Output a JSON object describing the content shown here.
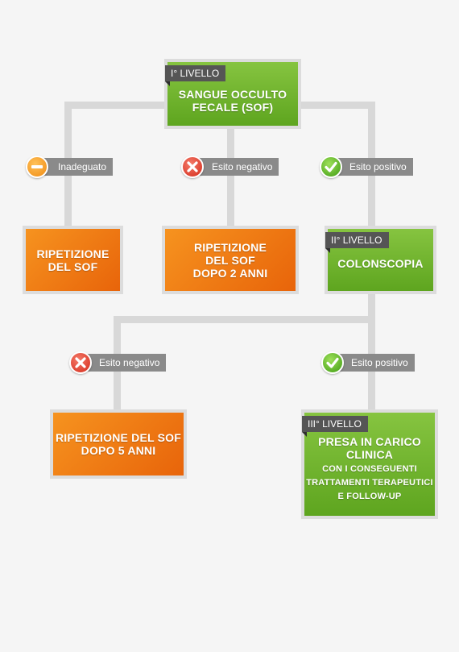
{
  "level1": {
    "tag": "I° LIVELLO",
    "lines": [
      "SANGUE OCCULTO",
      "FECALE (SOF)"
    ]
  },
  "badges": {
    "inadeguato": "Inadeguato",
    "neg1": "Esito negativo",
    "pos1": "Esito positivo",
    "neg2": "Esito negativo",
    "pos2": "Esito positivo"
  },
  "rip_sof": {
    "lines": [
      "RIPETIZIONE",
      "DEL SOF"
    ]
  },
  "rip_sof_2": {
    "lines": [
      "RIPETIZIONE",
      "DEL SOF",
      "DOPO 2 ANNI"
    ]
  },
  "level2": {
    "tag": "II° LIVELLO",
    "title": "COLONSCOPIA"
  },
  "rip_sof_5": {
    "lines": [
      "RIPETIZIONE DEL SOF",
      "DOPO 5 ANNI"
    ]
  },
  "level3": {
    "tag": "III° LIVELLO",
    "lines": [
      "PRESA IN CARICO",
      "CLINICA"
    ],
    "small": [
      "CON I CONSEGUENTI",
      "TRATTAMENTI TERAPEUTICI",
      "E FOLLOW-UP"
    ]
  },
  "colors": {
    "green": "#6aaf2a",
    "orange": "#f07a12",
    "connector": "#d8d8d8",
    "badge": "#8a8a8a",
    "tag": "#555555"
  },
  "icons": {
    "inadeguato": "minus-icon",
    "negativo": "cross-icon",
    "positivo": "check-icon"
  }
}
